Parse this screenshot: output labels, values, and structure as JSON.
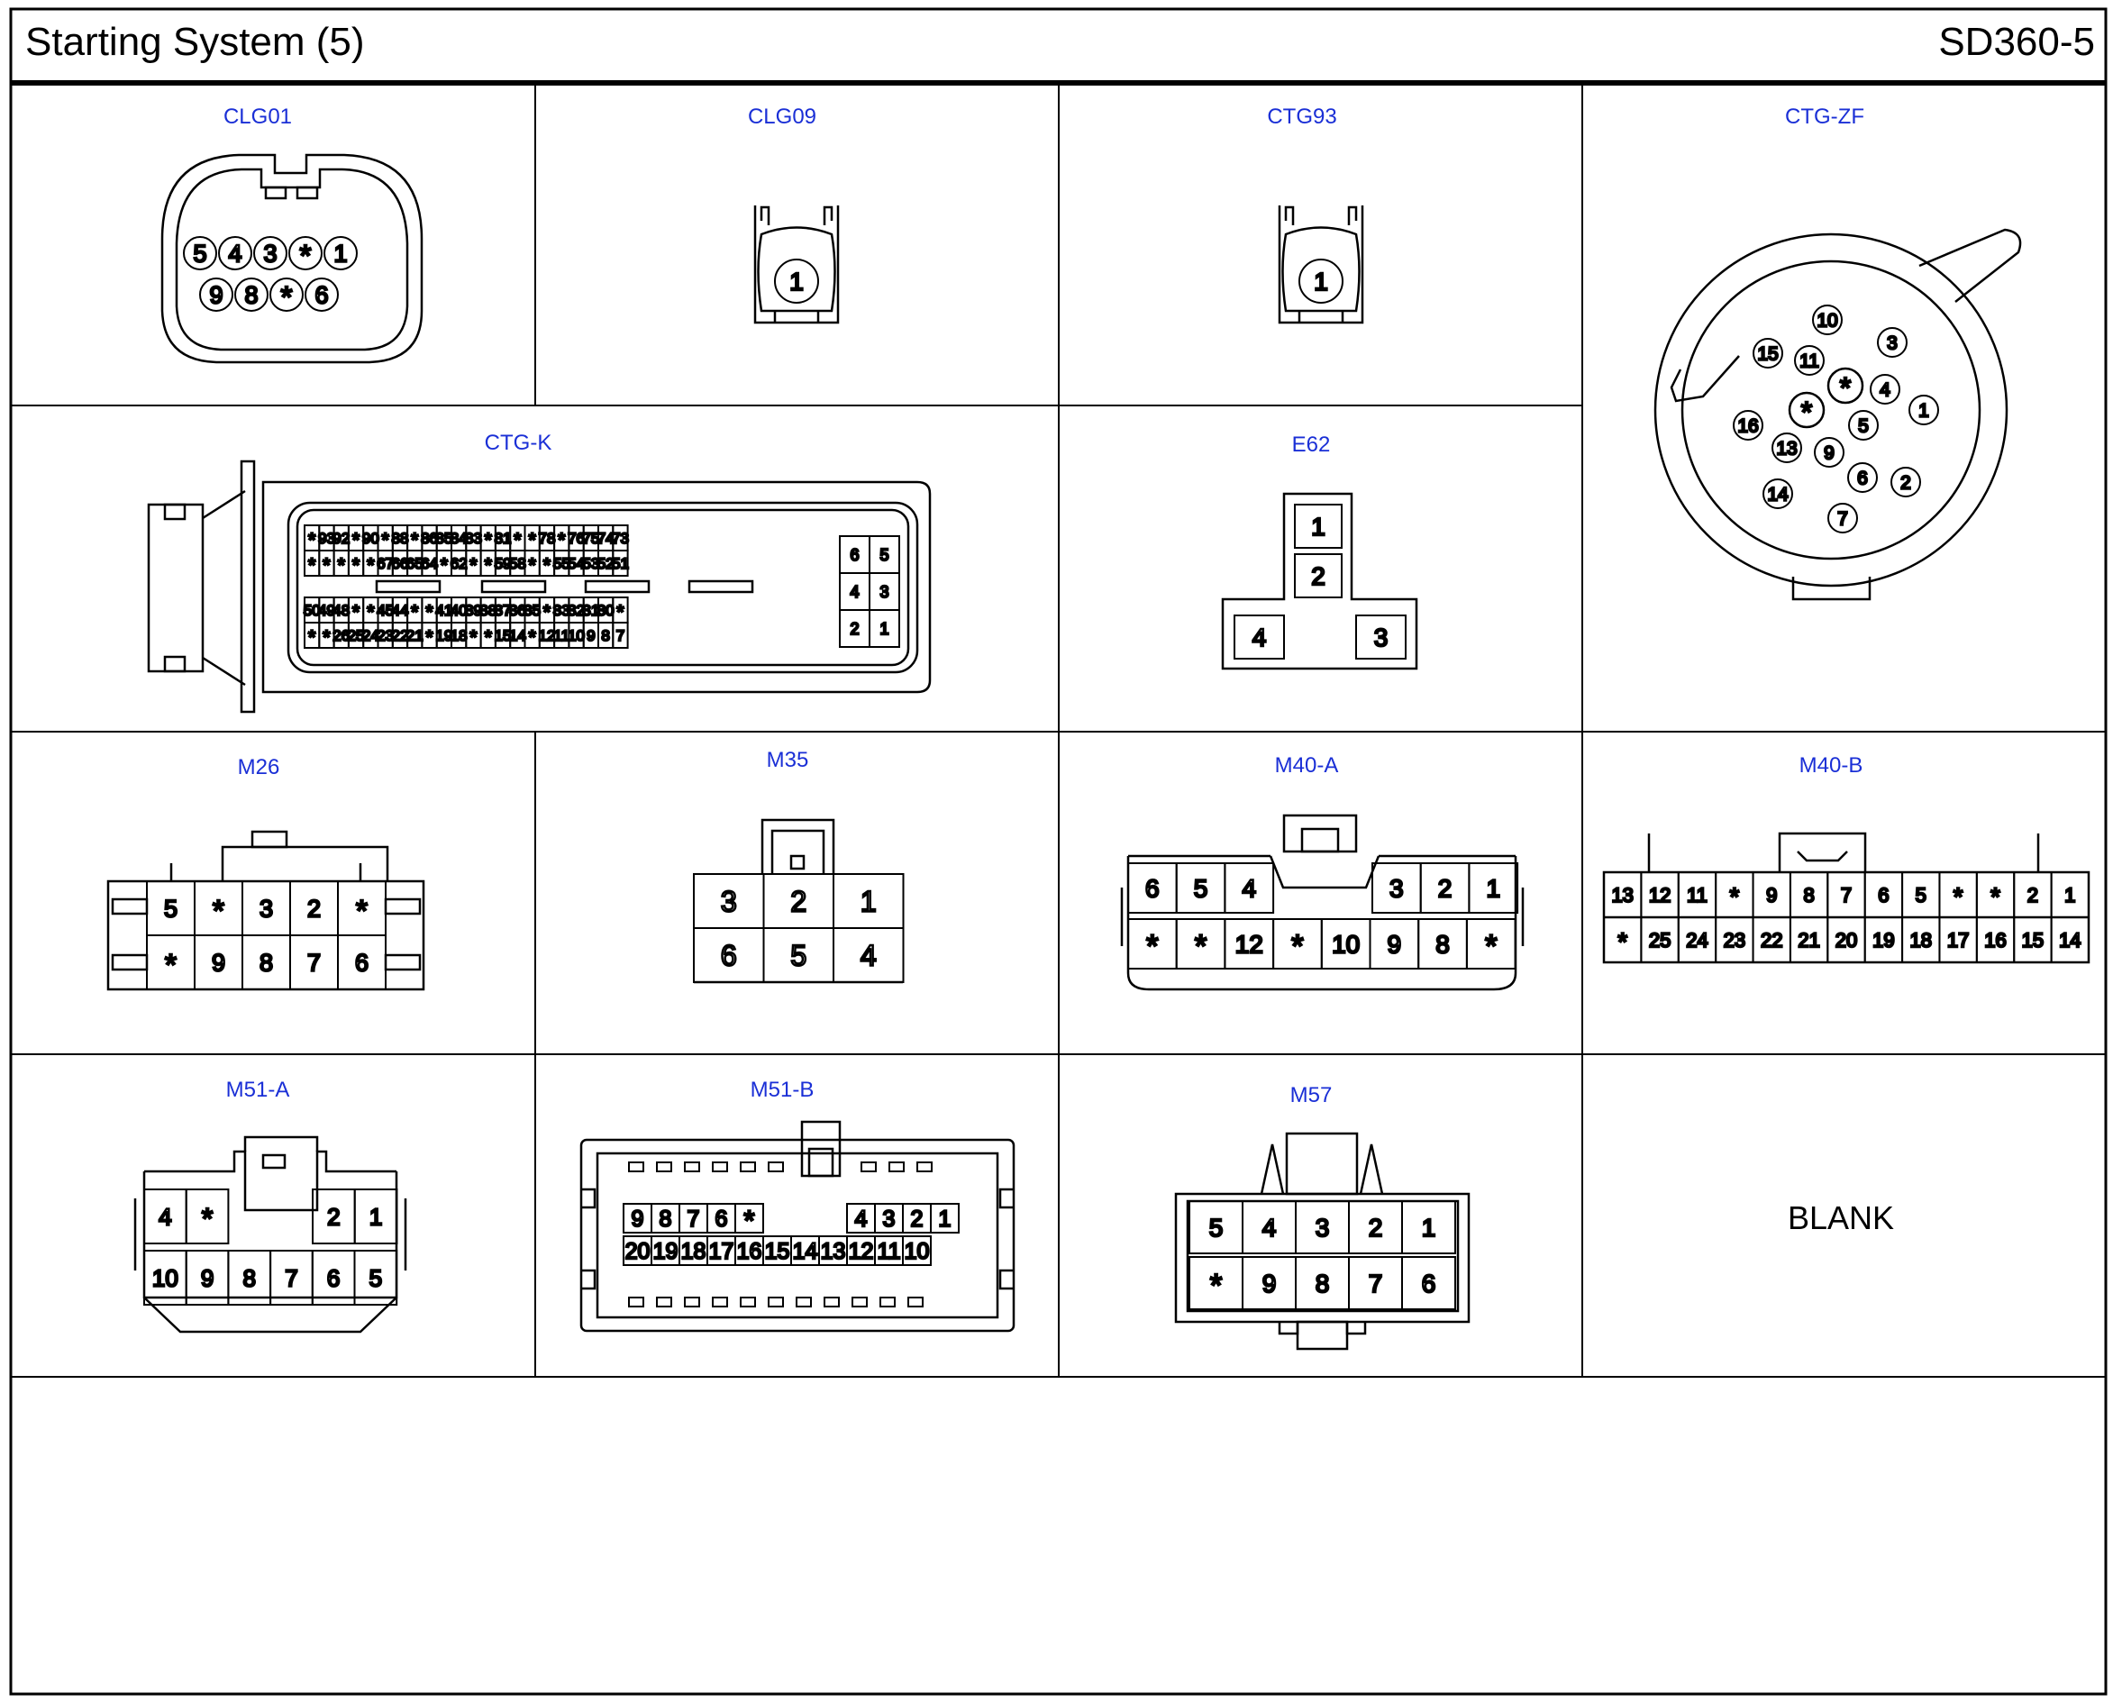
{
  "header": {
    "title": "Starting System (5)",
    "code": "SD360-5"
  },
  "blank_text": "BLANK",
  "connectors": {
    "CLG01": {
      "label": "CLG01",
      "rows": [
        [
          "5",
          "4",
          "3",
          "*",
          "1"
        ],
        [
          "9",
          "8",
          "*",
          "6"
        ]
      ]
    },
    "CLG09": {
      "label": "CLG09",
      "pins": [
        "1"
      ]
    },
    "CTG93": {
      "label": "CTG93",
      "pins": [
        "1"
      ]
    },
    "CTGZF": {
      "label": "CTG-ZF",
      "pins": [
        "10",
        "3",
        "15",
        "11",
        "*",
        "4",
        "*",
        "1",
        "16",
        "5",
        "13",
        "9",
        "6",
        "2",
        "14",
        "7"
      ]
    },
    "CTGK": {
      "label": "CTG-K",
      "rows": [
        [
          "*",
          "93",
          "92",
          "*",
          "90",
          "*",
          "88",
          "*",
          "86",
          "85",
          "84",
          "83",
          "*",
          "81",
          "*",
          "*",
          "78",
          "*",
          "76",
          "75",
          "74",
          "73"
        ],
        [
          "*",
          "*",
          "*",
          "*",
          "*",
          "67",
          "66",
          "65",
          "64",
          "*",
          "62",
          "*",
          "*",
          "59",
          "58",
          "*",
          "*",
          "55",
          "54",
          "53",
          "52",
          "51"
        ],
        [
          "50",
          "49",
          "48",
          "*",
          "*",
          "45",
          "44",
          "*",
          "*",
          "41",
          "40",
          "39",
          "38",
          "37",
          "36",
          "35",
          "*",
          "33",
          "32",
          "31",
          "30",
          "*"
        ],
        [
          "*",
          "*",
          "26",
          "25",
          "24",
          "23",
          "22",
          "21",
          "*",
          "19",
          "18",
          "*",
          "*",
          "15",
          "14",
          "*",
          "12",
          "11",
          "10",
          "9",
          "8",
          "7"
        ]
      ],
      "side": [
        [
          "6",
          "5"
        ],
        [
          "4",
          "3"
        ],
        [
          "2",
          "1"
        ]
      ]
    },
    "E62": {
      "label": "E62",
      "pins": [
        "1",
        "2",
        "4",
        "3"
      ]
    },
    "M26": {
      "label": "M26",
      "rows": [
        [
          "5",
          "*",
          "3",
          "2",
          "*"
        ],
        [
          "*",
          "9",
          "8",
          "7",
          "6"
        ]
      ]
    },
    "M35": {
      "label": "M35",
      "rows": [
        [
          "3",
          "2",
          "1"
        ],
        [
          "6",
          "5",
          "4"
        ]
      ]
    },
    "M40A": {
      "label": "M40-A",
      "top_left": [
        "6",
        "5",
        "4"
      ],
      "top_right": [
        "3",
        "2",
        "1"
      ],
      "bottom": [
        "*",
        "*",
        "12",
        "*",
        "10",
        "9",
        "8",
        "*"
      ]
    },
    "M40B": {
      "label": "M40-B",
      "top": [
        "13",
        "12",
        "11",
        "*",
        "9",
        "8",
        "7",
        "6",
        "5",
        "*",
        "*",
        "2",
        "1"
      ],
      "bottom": [
        "*",
        "25",
        "24",
        "23",
        "22",
        "21",
        "20",
        "19",
        "18",
        "17",
        "16",
        "15",
        "14"
      ]
    },
    "M51A": {
      "label": "M51-A",
      "top_left": [
        "4",
        "*"
      ],
      "top_right": [
        "2",
        "1"
      ],
      "bottom": [
        "10",
        "9",
        "8",
        "7",
        "6",
        "5"
      ]
    },
    "M51B": {
      "label": "M51-B",
      "top_left": [
        "9",
        "8",
        "7",
        "6",
        "*"
      ],
      "top_right": [
        "4",
        "3",
        "2",
        "1"
      ],
      "bottom": [
        "20",
        "19",
        "18",
        "17",
        "16",
        "15",
        "14",
        "13",
        "12",
        "11",
        "10"
      ]
    },
    "M57": {
      "label": "M57",
      "rows": [
        [
          "5",
          "4",
          "3",
          "2",
          "1"
        ],
        [
          "*",
          "9",
          "8",
          "7",
          "6"
        ]
      ]
    }
  }
}
